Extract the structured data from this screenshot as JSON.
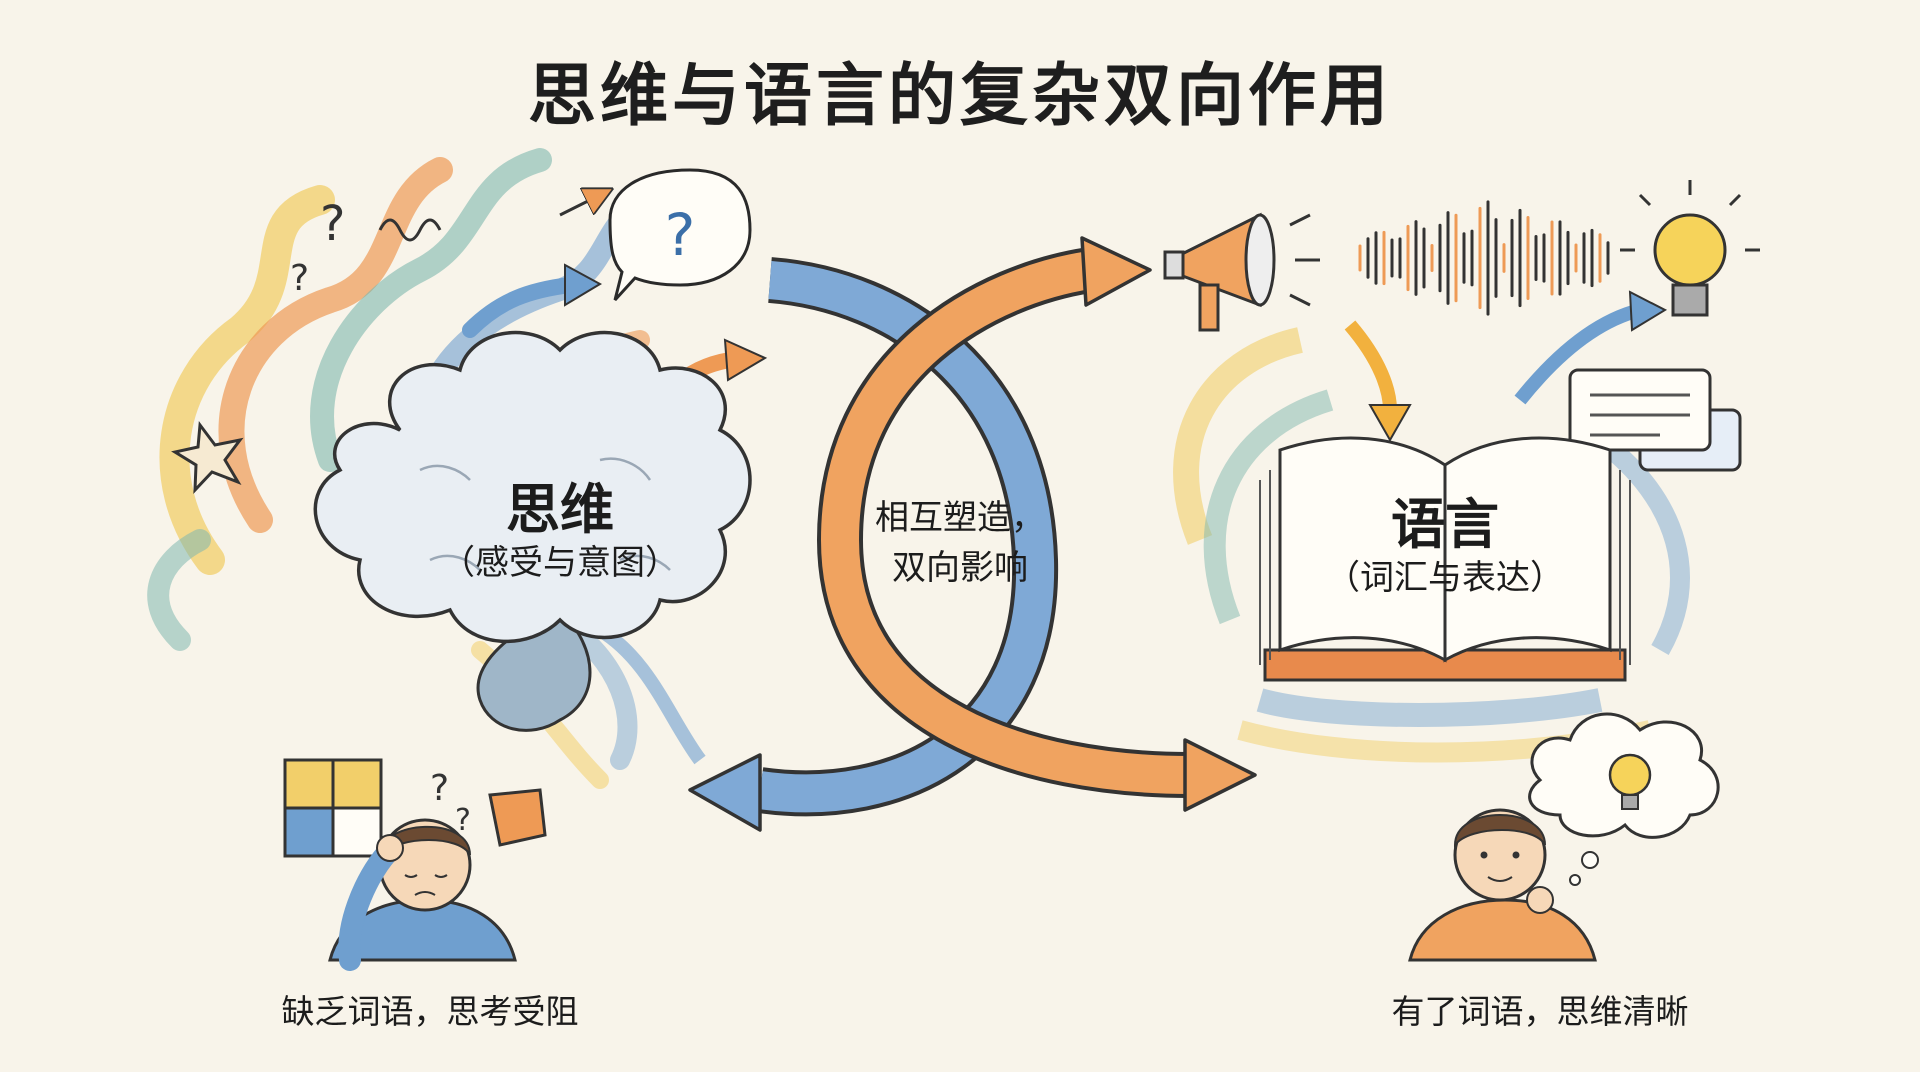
{
  "title": "思维与语言的复杂双向作用",
  "thought": {
    "label": "思维",
    "sub": "（感受与意图）"
  },
  "language": {
    "label": "语言",
    "sub": "（词汇与表达）"
  },
  "center": {
    "line1": "相互塑造，",
    "line2": "双向影响"
  },
  "captions": {
    "left": "缺乏词语，思考受阻",
    "right": "有了词语，思维清晰"
  },
  "colors": {
    "orange": "#ee9a55",
    "blue": "#6f9fcf",
    "yellow": "#f2cf6a",
    "teal": "#7fb8ae",
    "ink": "#2a2a2a"
  },
  "icons": [
    "question-icon",
    "speech-bubble-icon",
    "megaphone-icon",
    "sound-wave-icon",
    "lightbulb-icon",
    "chat-bubble-icon",
    "book-icon",
    "puzzle-icon",
    "cloud-brain-icon",
    "star-icon"
  ]
}
